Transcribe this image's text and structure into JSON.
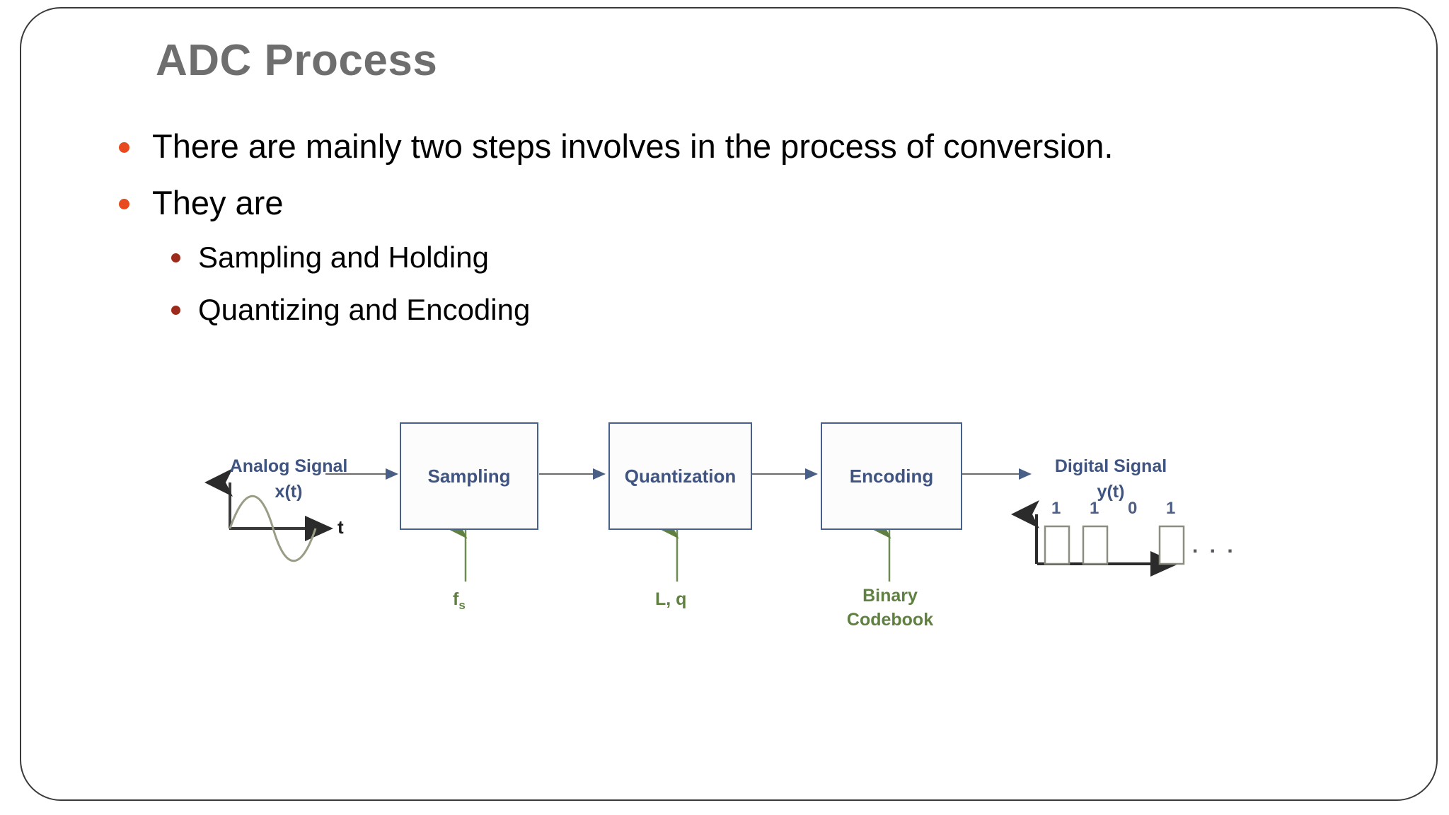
{
  "slide": {
    "title": "ADC Process",
    "title_color": "#6e6e6e",
    "border_color": "#3a3a3a",
    "background": "#ffffff"
  },
  "bullets": {
    "level1_bullet_color": "#e8491f",
    "level2_bullet_color": "#9c2b1c",
    "items": [
      {
        "level": 1,
        "text": "There are mainly two steps involves in the process of conversion."
      },
      {
        "level": 1,
        "text": "They are"
      },
      {
        "level": 2,
        "text": "Sampling and Holding"
      },
      {
        "level": 2,
        "text": "Quantizing and Encoding"
      }
    ]
  },
  "diagram": {
    "accent_blue": "#3f5480",
    "box_border": "#46628c",
    "accent_green": "#5f8040",
    "arrow_gray": "#6b6b6b",
    "input_label_line1": "Analog Signal",
    "input_label_line2": "x(t)",
    "output_label_line1": "Digital Signal",
    "output_label_line2": "y(t)",
    "blocks": [
      {
        "label": "Sampling"
      },
      {
        "label": "Quantization"
      },
      {
        "label": "Encoding"
      }
    ],
    "parameters": [
      {
        "label": "f",
        "sub": "s",
        "two_line": false
      },
      {
        "label": "L, q",
        "sub": "",
        "two_line": false
      },
      {
        "label": "Binary",
        "label2": "Codebook",
        "two_line": true
      }
    ],
    "analog_plot": {
      "axis_label": "t",
      "waveform": "sine"
    },
    "digital_plot": {
      "bits": [
        "1",
        "1",
        "0",
        "1"
      ],
      "ellipsis": ". . ."
    }
  }
}
